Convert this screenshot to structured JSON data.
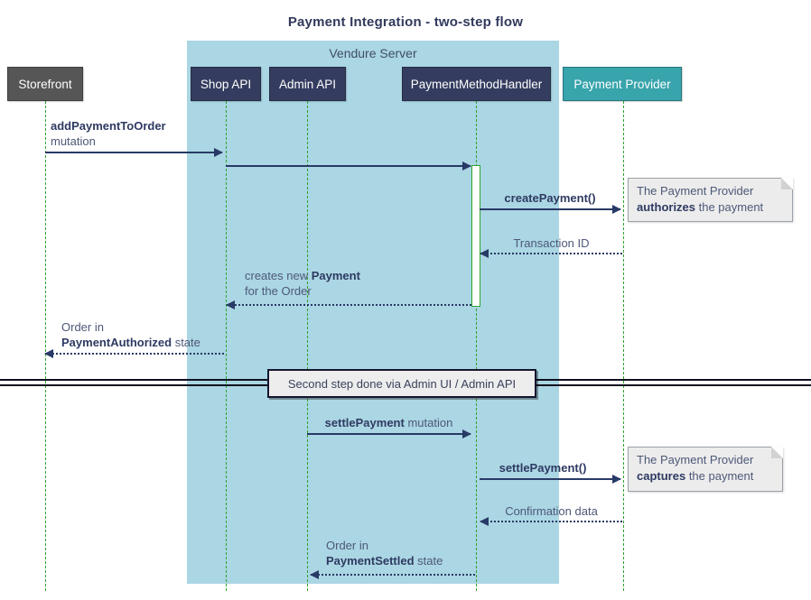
{
  "title": "Payment Integration - two-step flow",
  "frame": {
    "label": "Vendure Server"
  },
  "participants": [
    {
      "id": "storefront",
      "label": "Storefront"
    },
    {
      "id": "shop-api",
      "label": "Shop API"
    },
    {
      "id": "admin-api",
      "label": "Admin API"
    },
    {
      "id": "payment-method-handler",
      "label": "PaymentMethodHandler"
    },
    {
      "id": "payment-provider",
      "label": "Payment Provider"
    }
  ],
  "messages": [
    {
      "from": "Storefront",
      "to": "Shop API",
      "style": "solid",
      "lines": [
        {
          "bold": "addPaymentToOrder"
        },
        {
          "pre": "mutation"
        }
      ]
    },
    {
      "from": "Shop API",
      "to": "PaymentMethodHandler",
      "style": "solid",
      "lines": []
    },
    {
      "from": "PaymentMethodHandler",
      "to": "Payment Provider",
      "style": "solid",
      "lines": [
        {
          "bold": "createPayment()"
        }
      ]
    },
    {
      "from": "Payment Provider",
      "to": "PaymentMethodHandler",
      "style": "dotted",
      "lines": [
        {
          "pre": "Transaction ID"
        }
      ]
    },
    {
      "from": "PaymentMethodHandler",
      "to": "Shop API",
      "style": "dotted",
      "lines": [
        {
          "pre": "creates new ",
          "bold": "Payment"
        },
        {
          "pre": "for the Order"
        }
      ]
    },
    {
      "from": "Shop API",
      "to": "Storefront",
      "style": "dotted",
      "lines": [
        {
          "pre": "Order in"
        },
        {
          "bold": "PaymentAuthorized",
          "post": " state"
        }
      ]
    },
    {
      "from": "Admin API",
      "to": "PaymentMethodHandler",
      "style": "solid",
      "lines": [
        {
          "bold": "settlePayment",
          "post": " mutation"
        }
      ]
    },
    {
      "from": "PaymentMethodHandler",
      "to": "Payment Provider",
      "style": "solid",
      "lines": [
        {
          "bold": "settlePayment()"
        }
      ]
    },
    {
      "from": "Payment Provider",
      "to": "PaymentMethodHandler",
      "style": "dotted",
      "lines": [
        {
          "pre": "Confirmation data"
        }
      ]
    },
    {
      "from": "PaymentMethodHandler",
      "to": "Admin API",
      "style": "dotted",
      "lines": [
        {
          "pre": "Order in"
        },
        {
          "bold": "PaymentSettled",
          "post": " state"
        }
      ]
    }
  ],
  "notes": [
    {
      "lines": [
        {
          "pre": "The Payment Provider"
        },
        {
          "bold": "authorizes",
          "post": " the payment"
        }
      ]
    },
    {
      "lines": [
        {
          "pre": "The Payment Provider"
        },
        {
          "bold": "captures",
          "post": " the payment"
        }
      ]
    }
  ],
  "divider": {
    "label": "Second step done via Admin UI / Admin API"
  },
  "colors": {
    "frame_bg": "#abd6e3",
    "participant_navy": "#343d5f",
    "participant_gray": "#565656",
    "participant_teal": "#38a4ac",
    "lifeline_green": "#2ea32e",
    "arrow_navy": "#283a66",
    "note_bg": "#ececec",
    "divider_box_bg": "#ededed"
  }
}
